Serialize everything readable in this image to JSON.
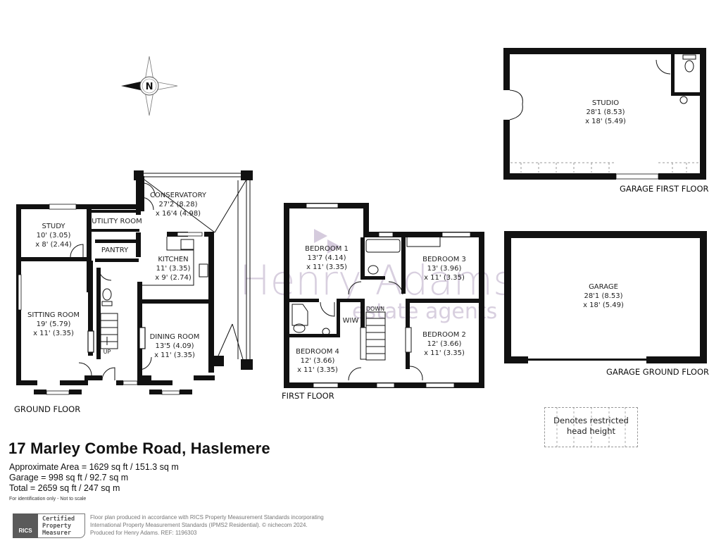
{
  "property": {
    "address": "17 Marley Combe Road, Haslemere",
    "areas": [
      "Approximate Area = 1629 sq ft / 151.3 sq m",
      "Garage = 998 sq ft / 92.7 sq m",
      "Total = 2659 sq ft / 247 sq m"
    ],
    "disclaimer": "For identification only - Not to scale"
  },
  "compass": {
    "label": "N",
    "icon": "compass-rose-icon"
  },
  "watermark": {
    "line1": "Henry Adams",
    "line2": "estate agents",
    "color": "#b9a9c6"
  },
  "floors": {
    "ground": {
      "label": "GROUND FLOOR",
      "rooms": [
        {
          "name": "CONSERVATORY",
          "dim1": "27'2 (8.28)",
          "dim2": "x 16'4 (4.98)"
        },
        {
          "name": "UTILITY ROOM",
          "dim1": "",
          "dim2": ""
        },
        {
          "name": "STUDY",
          "dim1": "10' (3.05)",
          "dim2": "x 8' (2.44)"
        },
        {
          "name": "PANTRY",
          "dim1": "",
          "dim2": ""
        },
        {
          "name": "KITCHEN",
          "dim1": "11' (3.35)",
          "dim2": "x 9' (2.74)"
        },
        {
          "name": "SITTING ROOM",
          "dim1": "19' (5.79)",
          "dim2": "x 11' (3.35)"
        },
        {
          "name": "DINING ROOM",
          "dim1": "13'5 (4.09)",
          "dim2": "x 11' (3.35)"
        }
      ],
      "stairs_label": "UP"
    },
    "first": {
      "label": "FIRST FLOOR",
      "rooms": [
        {
          "name": "BEDROOM 1",
          "dim1": "13'7 (4.14)",
          "dim2": "x 11' (3.35)"
        },
        {
          "name": "BEDROOM 3",
          "dim1": "13' (3.96)",
          "dim2": "x 11' (3.35)"
        },
        {
          "name": "BEDROOM 2",
          "dim1": "12' (3.66)",
          "dim2": "x 11' (3.35)"
        },
        {
          "name": "BEDROOM 4",
          "dim1": "12' (3.66)",
          "dim2": "x 11' (3.35)"
        },
        {
          "name": "WIW",
          "dim1": "",
          "dim2": ""
        }
      ],
      "stairs_label": "DOWN"
    },
    "garage_first": {
      "label": "GARAGE FIRST FLOOR",
      "rooms": [
        {
          "name": "STUDIO",
          "dim1": "28'1 (8.53)",
          "dim2": "x 18' (5.49)"
        }
      ]
    },
    "garage_ground": {
      "label": "GARAGE GROUND FLOOR",
      "rooms": [
        {
          "name": "GARAGE",
          "dim1": "28'1 (8.53)",
          "dim2": "x 18' (5.49)"
        }
      ]
    }
  },
  "legend": {
    "line1": "Denotes restricted",
    "line2": "head height"
  },
  "footer": {
    "rics_logo": "RICS",
    "badge": [
      "Certified",
      "Property",
      "Measurer"
    ],
    "lines": [
      "Floor plan produced in accordance with RICS Property Measurement Standards incorporating",
      "International Property Measurement Standards (IPMS2 Residential).   © nichecom 2024.",
      "Produced for Henry Adams.   REF:  1196303"
    ]
  }
}
